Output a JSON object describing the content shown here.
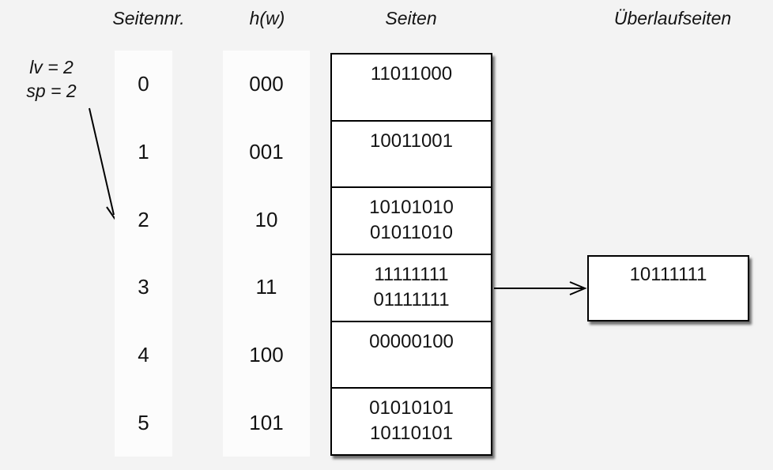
{
  "headers": {
    "seitennr": "Seitennr.",
    "hw": "h(w)",
    "seiten": "Seiten",
    "ueberlauf": "Überlaufseiten"
  },
  "annotation": {
    "lv": "lv = 2",
    "sp": "sp = 2"
  },
  "rows": [
    {
      "nr": "0",
      "hw": "000",
      "lines": [
        "11011000"
      ]
    },
    {
      "nr": "1",
      "hw": "001",
      "lines": [
        "10011001"
      ]
    },
    {
      "nr": "2",
      "hw": "10",
      "lines": [
        "10101010",
        "01011010"
      ]
    },
    {
      "nr": "3",
      "hw": "11",
      "lines": [
        "11111111",
        "01111111"
      ]
    },
    {
      "nr": "4",
      "hw": "100",
      "lines": [
        "00000100"
      ]
    },
    {
      "nr": "5",
      "hw": "101",
      "lines": [
        "01010101",
        "10110101"
      ]
    }
  ],
  "overflow": {
    "value": "10111111"
  },
  "arrows": [
    {
      "name": "split-pointer-arrow",
      "from": "sp-annotation",
      "to": "row-2"
    },
    {
      "name": "overflow-arrow",
      "from": "row-3",
      "to": "overflow-page"
    }
  ],
  "colors": {
    "background": "#f3f3f3",
    "strip": "#fcfcfc",
    "box_fill": "#ffffff",
    "border": "#000000"
  }
}
